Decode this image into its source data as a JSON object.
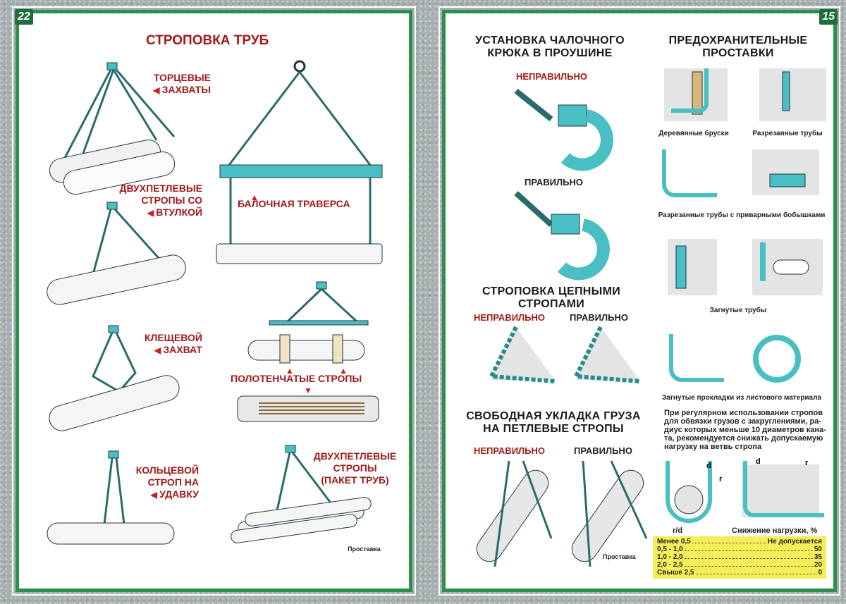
{
  "left_page": {
    "page_number": "22",
    "title": "СТРОПОВКА ТРУБ",
    "captions": {
      "end_grips": [
        "ТОРЦЕВЫЕ",
        "ЗАХВАТЫ"
      ],
      "double_loop_sleeve": [
        "ДВУХПЕТЛЕВЫЕ",
        "СТРОПЫ СО",
        "ВТУЛКОЙ"
      ],
      "beam_traverse": "БАЛОЧНАЯ ТРАВЕРСА",
      "pincer_grip": [
        "КЛЕЩЕВОЙ",
        "ЗАХВАТ"
      ],
      "towel_slings": "ПОЛОТЕНЧАТЫЕ СТРОПЫ",
      "ring_choke": [
        "КОЛЬЦЕВОЙ",
        "СТРОП НА",
        "УДАВКУ"
      ],
      "double_loop_bundle": [
        "ДВУХПЕТЛЕВЫЕ",
        "СТРОПЫ",
        "(ПАКЕТ ТРУБ)"
      ],
      "spacer": "Проставка"
    }
  },
  "right_page": {
    "page_number": "15",
    "hook_title": [
      "УСТАНОВКА ЧАЛОЧНОГО",
      "КРЮКА В ПРОУШИНЕ"
    ],
    "wrong": "НЕПРАВИЛЬНО",
    "right": "ПРАВИЛЬНО",
    "spacers_title": [
      "ПРЕДОХРАНИТЕЛЬНЫЕ",
      "ПРОСТАВКИ"
    ],
    "spacer_labels": {
      "wood_bars": "Деревянные бруски",
      "cut_pipes": "Разрезанные трубы",
      "cut_pipes_bosses": "Разрезанные трубы с приварными бобышками",
      "bent_pipes": "Загнутые трубы",
      "bent_sheet": "Загнутые прокладки из листового материала"
    },
    "chain_title": [
      "СТРОПОВКА ЦЕПНЫМИ",
      "СТРОПАМИ"
    ],
    "loop_title": [
      "СВОБОДНАЯ УКЛАДКА ГРУЗА",
      "НА ПЕТЛЕВЫЕ СТРОПЫ"
    ],
    "spacer": "Проставка",
    "note": [
      "При регулярном использовании стропов",
      "для обвязки грузов с закруглениями, ра-",
      "диус которых меньше 10 диаметров кана-",
      "та, рекомендуется снижать допускаемую",
      "нагрузку на ветвь стропа"
    ],
    "diagram_labels": {
      "d": "d",
      "r": "r"
    },
    "rd_label": "r/d",
    "reduction_label": "Снижение нагрузки, %",
    "table": [
      {
        "range": "Менее 0,5",
        "value": "Не допускается"
      },
      {
        "range": "0,5 - 1,0",
        "value": "50"
      },
      {
        "range": "1,0 - 2,0",
        "value": "35"
      },
      {
        "range": "2,0 - 2,5",
        "value": "20"
      },
      {
        "range": "Свыше 2,5",
        "value": "0"
      }
    ]
  },
  "colors": {
    "teal": "#49bfc3",
    "red": "#a11a1a",
    "green_border": "#2e8f4d",
    "yellow": "#f6ee58"
  }
}
